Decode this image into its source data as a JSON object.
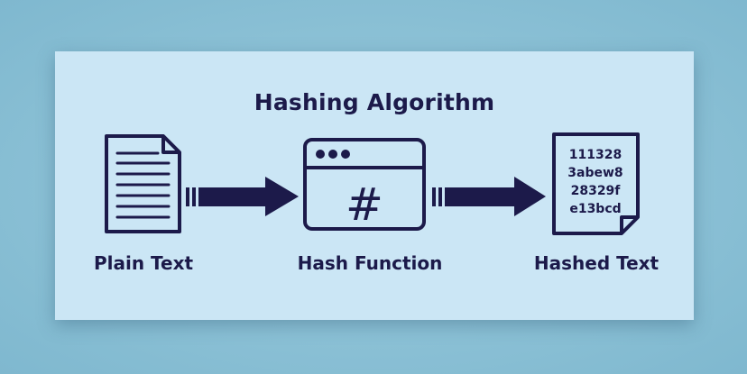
{
  "title": "Hashing Algorithm",
  "nodes": [
    {
      "label": "Plain Text",
      "icon": "document-icon"
    },
    {
      "label": "Hash Function",
      "icon": "window-hash-icon",
      "symbol": "#"
    },
    {
      "label": "Hashed Text",
      "icon": "hashed-document-icon",
      "lines": [
        "111328",
        "3abew8",
        "28329f",
        "e13bcd"
      ]
    }
  ],
  "colors": {
    "ink": "#1c1a4a",
    "card": "#cbe6f5",
    "background": "#86bdd3"
  }
}
